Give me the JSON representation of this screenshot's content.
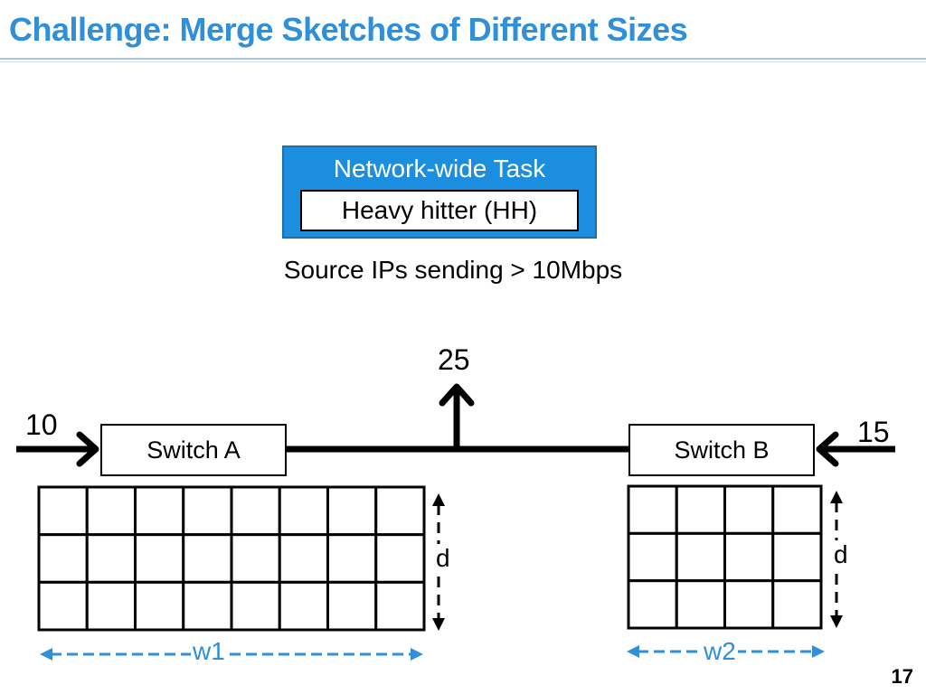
{
  "title": "Challenge: Merge Sketches of Different Sizes",
  "task": {
    "heading": "Network-wide Task",
    "name": "Heavy hitter (HH)"
  },
  "description": "Source IPs sending > 10Mbps",
  "flows": {
    "in_left": "10",
    "out_top": "25",
    "in_right": "15"
  },
  "switches": {
    "a": "Switch A",
    "b": "Switch B"
  },
  "sketch_a": {
    "rows": 3,
    "cols": 8,
    "depth_label": "d",
    "width_label": "w1"
  },
  "sketch_b": {
    "rows": 3,
    "cols": 4,
    "depth_label": "d",
    "width_label": "w2"
  },
  "colors": {
    "accent": "#2f8fd8",
    "task_box": "#1b8ee0"
  },
  "page_number": "17"
}
